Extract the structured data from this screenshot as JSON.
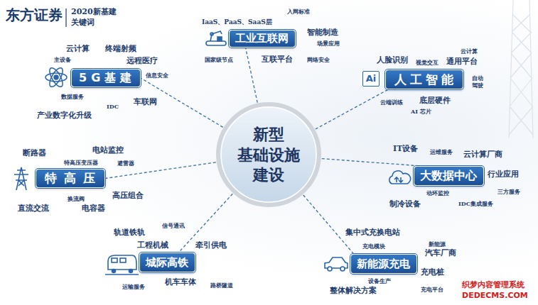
{
  "diagram": {
    "title": "2020新基建 关键词",
    "nodes": [
      {
        "text": [
          "工业互联网"
        ]
      },
      {
        "text": [
          "5G基建"
        ]
      },
      {
        "text": [
          "人工智能"
        ]
      },
      {
        "text": [
          "新型 基础设施 建设"
        ]
      },
      {
        "text": [
          "特高压"
        ]
      },
      {
        "text": [
          "大数据中心"
        ]
      },
      {
        "text": [
          "城际高铁"
        ]
      },
      {
        "text": [
          "新能源充电"
        ]
      }
    ],
    "edges": [
      {
        "from": 3,
        "to": 0,
        "arrow": "none"
      },
      {
        "from": 3,
        "to": 1,
        "arrow": "none"
      },
      {
        "from": 3,
        "to": 2,
        "arrow": "none"
      },
      {
        "from": 3,
        "to": 4,
        "arrow": "none"
      },
      {
        "from": 3,
        "to": 5,
        "arrow": "none"
      },
      {
        "from": 3,
        "to": 6,
        "arrow": "none"
      },
      {
        "from": 3,
        "to": 7,
        "arrow": "none"
      }
    ],
    "labels": [
      "东方证券",
      "IaaS、PaaS、SaaS层",
      "入网标准",
      "智能制造",
      "场景应用",
      "国家级节点",
      "互联平台",
      "网络安全",
      "云计算",
      "终端射频",
      "主设备",
      "远程医疗",
      "信息安全",
      "数据服务",
      "车联网",
      "IDC",
      "产业数字化升级",
      "云计算",
      "人脸识别",
      "视觉交互",
      "通用平台",
      "Ai",
      "自动 驾驶",
      "云端训练",
      "底层硬件",
      "AI 芯片",
      "断路器",
      "电站监控",
      "特高压变压器",
      "避雷器",
      "换流阀",
      "高压组合",
      "直流交流",
      "电容器",
      "IT设备",
      "运维服务",
      "云计算厂商",
      "行业应用",
      "动环监控",
      "三方服务",
      "制冷设备",
      "IDC集成服务",
      "轨道铁轨",
      "信号通讯",
      "工程机械",
      "牵引供电",
      "运输服务",
      "机车车体",
      "路桥隧道",
      "集中式充换电站",
      "充电模块",
      "新能源",
      "汽车厂商",
      "充电桩",
      "设备生产",
      "整体解决方案",
      "充电平台",
      "织梦内容管理系统",
      "DEDECMS.COM"
    ]
  }
}
